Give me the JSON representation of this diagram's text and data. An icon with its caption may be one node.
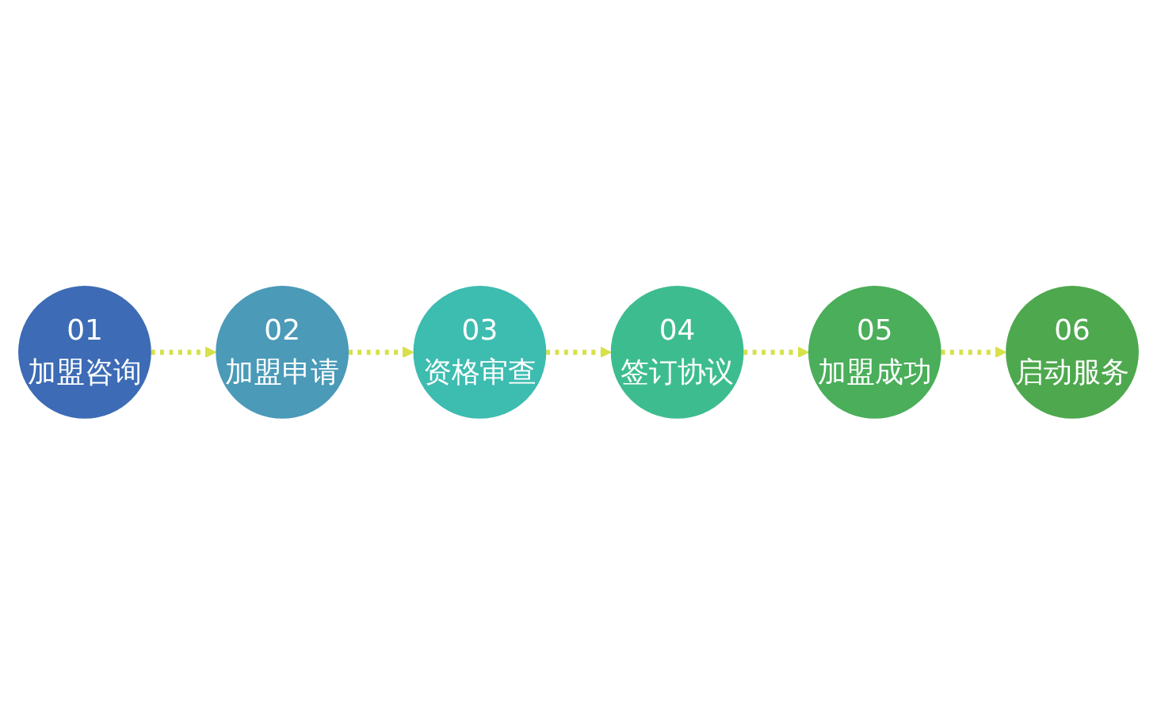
{
  "diagram": {
    "nodes": [
      {
        "text": [
          "01",
          "加盟咨询"
        ]
      },
      {
        "text": [
          "02",
          "加盟申请"
        ]
      },
      {
        "text": [
          "03",
          "资格审查"
        ]
      },
      {
        "text": [
          "04",
          "签订协议"
        ]
      },
      {
        "text": [
          "05",
          "加盟成功"
        ]
      },
      {
        "text": [
          "06",
          "启动服务"
        ]
      }
    ],
    "edges": [
      {
        "from": 0,
        "to": 1,
        "arrow": "to",
        "style": "dashed"
      },
      {
        "from": 1,
        "to": 2,
        "arrow": "to",
        "style": "dashed"
      },
      {
        "from": 2,
        "to": 3,
        "arrow": "to",
        "style": "dashed"
      },
      {
        "from": 3,
        "to": 4,
        "arrow": "to",
        "style": "dashed"
      },
      {
        "from": 4,
        "to": 5,
        "arrow": "to",
        "style": "dashed"
      }
    ]
  }
}
